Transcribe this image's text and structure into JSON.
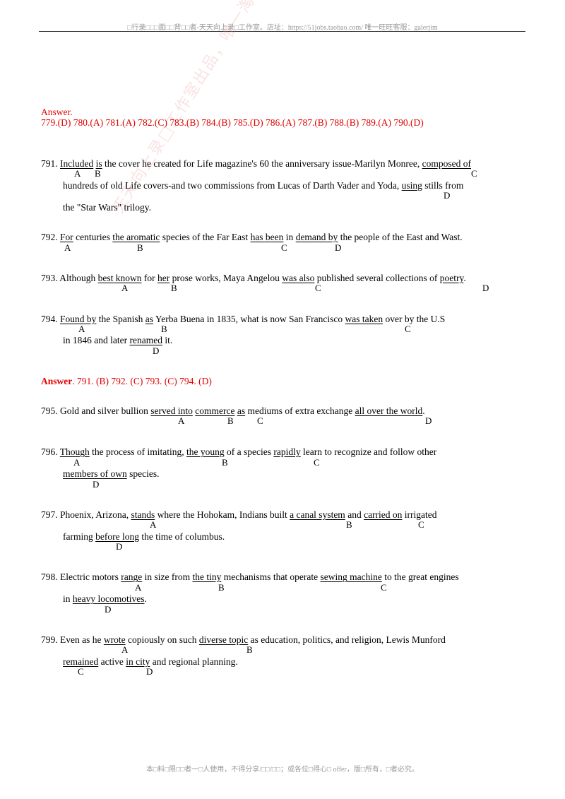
{
  "header": "□行录□□□面□□背□□者-天天向上录□工作室。店址：https://51jobs.taobao.com/ 唯一旺旺客服：galerjim",
  "footer": "本□料□限□□者一□人使用，不得分享/□□/□□；或各位□得心□ offer，版□所有，□者必究。",
  "watermark": "天天向上录□工作室出品，唯一淘宝旺旺客服：galerjim",
  "answer1": {
    "title": "Answer.",
    "line": "779.(D) 780.(A) 781.(A) 782.(C) 783.(B) 784.(B) 785.(D) 786.(A) 787.(B) 788.(B) 789.(A) 790.(D)"
  },
  "q791": {
    "num": "791.",
    "l1": [
      " ",
      "Included",
      " ",
      "is",
      " the cover he created for Life magazine's 60 the anniversary issue-Marilyn Monree, ",
      "composed of"
    ],
    "l2": [
      "hundreds of old Life covers-and two commissions from Lucas of Darth Vader and Yoda, ",
      "using",
      " stills from"
    ],
    "l3": "the \"Star Wars\" trilogy.",
    "A": "A",
    "B": "B",
    "C": "C",
    "D": "D"
  },
  "q792": {
    "num": "792.",
    "l1": [
      " ",
      "For",
      " centuries ",
      "the aromatic",
      " species of the Far East ",
      "has been",
      " in ",
      "demand by",
      " the people of the East and Wast."
    ],
    "A": "A",
    "B": "B",
    "C": "C",
    "D": "D"
  },
  "q793": {
    "num": "793.",
    "l1": [
      " Although ",
      "best known",
      " for ",
      "her",
      " prose works, Maya Angelou ",
      "was also",
      " published several collections of ",
      "poetry",
      "."
    ],
    "A": "A",
    "B": "B",
    "C": "C",
    "D": "D"
  },
  "q794": {
    "num": "794.",
    "l1": [
      " ",
      "Found by",
      " the Spanish ",
      "as",
      " Yerba Buena in 1835, what is now San Francisco ",
      "was taken",
      " over by the U.S"
    ],
    "l2": [
      "in 1846 and later ",
      "renamed",
      " it."
    ],
    "A": "A",
    "B": "B",
    "C": "C",
    "D": "D"
  },
  "answer2": {
    "label": "Answer",
    "rest": ". 791. (B)    792. (C)    793. (C)    794. (D)"
  },
  "q795": {
    "num": "795.",
    "l1": [
      " Gold and silver bullion ",
      "served into",
      " ",
      "commerce",
      " ",
      "as",
      " mediums of extra exchange ",
      "all over the world",
      "."
    ],
    "A": "A",
    "B": "B",
    "C": "C",
    "D": "D"
  },
  "q796": {
    "num": "796.",
    "l1": [
      " ",
      "Though",
      " the process of imitating, ",
      "the young",
      " of a species ",
      "rapidly",
      " learn to recognize and follow other"
    ],
    "l2": [
      "members of own",
      " species."
    ],
    "A": "A",
    "B": "B",
    "C": "C",
    "D": "D"
  },
  "q797": {
    "num": "797.",
    "l1": [
      " Phoenix, Arizona, ",
      "stands",
      " where the Hohokam, Indians built ",
      "a canal system",
      " and ",
      "carried on",
      " irrigated"
    ],
    "l2": [
      "farming ",
      "before long",
      " the time of columbus."
    ],
    "A": "A",
    "B": "B",
    "C": "C",
    "D": "D"
  },
  "q798": {
    "num": "798.",
    "l1": [
      " Electric motors ",
      "range",
      " in size from ",
      "the tiny",
      " mechanisms that operate ",
      "sewing machine",
      " to the great engines"
    ],
    "l2": [
      "in ",
      "heavy locomotives",
      "."
    ],
    "A": "A",
    "B": "B",
    "C": "C",
    "D": "D"
  },
  "q799": {
    "num": "799.",
    "l1": [
      " Even as he ",
      "wrote",
      " copiously on such ",
      "diverse topic",
      " as education, politics, and religion, Lewis Munford"
    ],
    "l2": [
      "remained",
      " active ",
      "in city",
      " and regional planning."
    ],
    "A": "A",
    "B": "B",
    "C": "C",
    "D": "D"
  }
}
